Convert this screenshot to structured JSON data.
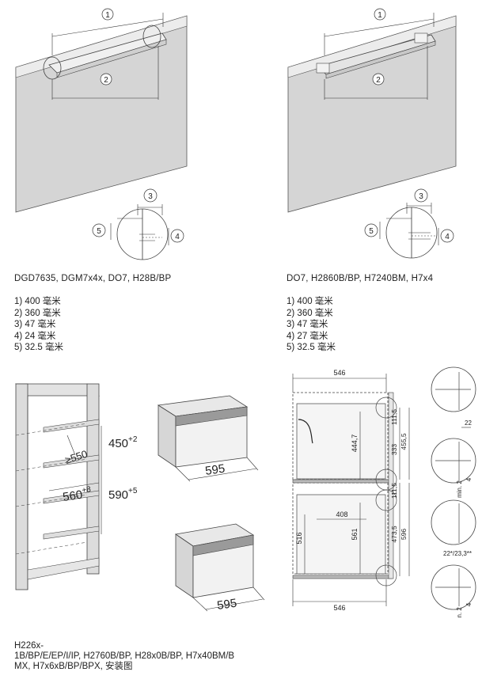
{
  "top_left": {
    "caption": "DGD7635, DGM7x4x, DO7, H28B/BP",
    "marks": {
      "m1": "1",
      "m2": "2",
      "m3": "3",
      "m4": "4",
      "m5": "5"
    },
    "dims": [
      "1) 400 毫米",
      "2) 360 毫米",
      "3) 47 毫米",
      "4) 24 毫米",
      "5) 32.5 毫米"
    ]
  },
  "top_right": {
    "caption": "DO7, H2860B/BP, H7240BM, H7x4",
    "marks": {
      "m1": "1",
      "m2": "2",
      "m3": "3",
      "m4": "4",
      "m5": "5"
    },
    "dims": [
      "1) 400 毫米",
      "2) 360 毫米",
      "3) 47 毫米",
      "4) 27 毫米",
      "5) 32.5 毫米"
    ]
  },
  "bottom_left": {
    "cabinet": {
      "d550": "≥550",
      "d450": "450",
      "d450sup": "+2",
      "d560": "560",
      "d560sup": "+8",
      "d590": "590",
      "d590sup": "+5"
    },
    "oven_top_width": "595",
    "oven_bottom_width": "595",
    "caption_lines": [
      "H226x-",
      "1B/BP/E/EP/I/IP, H2760B/BP, H28x0B/BP, H7x40BM/B",
      "MX, H7x6xB/BP/BPX, 安装图"
    ]
  },
  "bottom_right": {
    "top_width": "546",
    "bottom_width": "546",
    "dims": {
      "d111a": "111,5",
      "d333": "333",
      "d455": "455,5",
      "d444": "444,7",
      "d111b": "111,5",
      "d408": "408",
      "d516": "516",
      "d561": "561",
      "d473": "473,5",
      "d596": "596"
    },
    "details": {
      "d22": "22",
      "dmin2a": "min. 2",
      "d4a": "4",
      "d22b": "22*/23,3**",
      "dmin2b": "min. 2",
      "d4b": "4"
    }
  }
}
